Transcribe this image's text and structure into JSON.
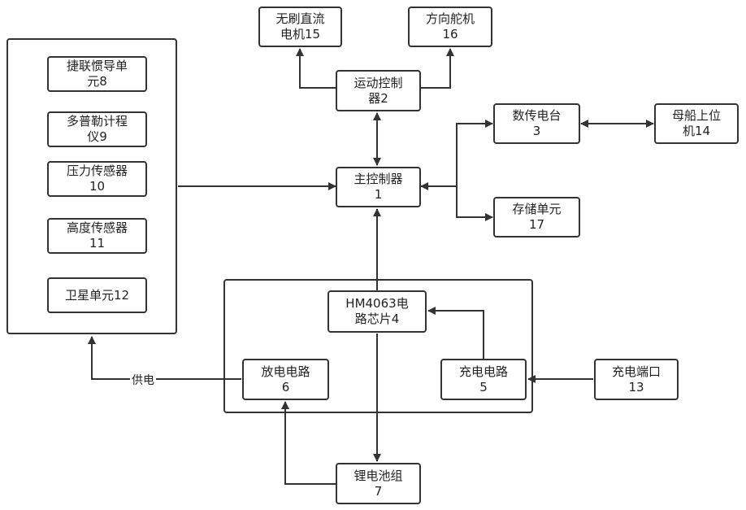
{
  "nodes": {
    "brushless_motor": {
      "line1": "无刷直流",
      "line2": "电机15"
    },
    "steering_servo": {
      "line1": "方向舵机",
      "line2": "16"
    },
    "motion_controller": {
      "line1": "运动控制",
      "line2": "器2"
    },
    "data_radio": {
      "line1": "数传电台",
      "line2": "3"
    },
    "mother_ship": {
      "line1": "母船上位",
      "line2": "机14"
    },
    "main_controller": {
      "line1": "主控制器",
      "line2": "1"
    },
    "storage_unit": {
      "line1": "存储单元",
      "line2": "17"
    },
    "ins": {
      "line1": "捷联惯导单",
      "line2": "元8"
    },
    "dvl": {
      "line1": "多普勒计程",
      "line2": "仪9"
    },
    "pressure_sensor": {
      "line1": "压力传感器",
      "line2": "10"
    },
    "altitude_sensor": {
      "line1": "高度传感器",
      "line2": "11"
    },
    "satellite_unit": {
      "line1": "卫星单元12"
    },
    "hm4063_chip": {
      "line1": "HM4063电",
      "line2": "路芯片4"
    },
    "discharge_circuit": {
      "line1": "放电电路",
      "line2": "6"
    },
    "charge_circuit": {
      "line1": "充电电路",
      "line2": "5"
    },
    "charge_port": {
      "line1": "充电端口",
      "line2": "13"
    },
    "battery_pack": {
      "line1": "锂电池组",
      "line2": "7"
    }
  },
  "edge_labels": {
    "power_supply": "供电"
  }
}
